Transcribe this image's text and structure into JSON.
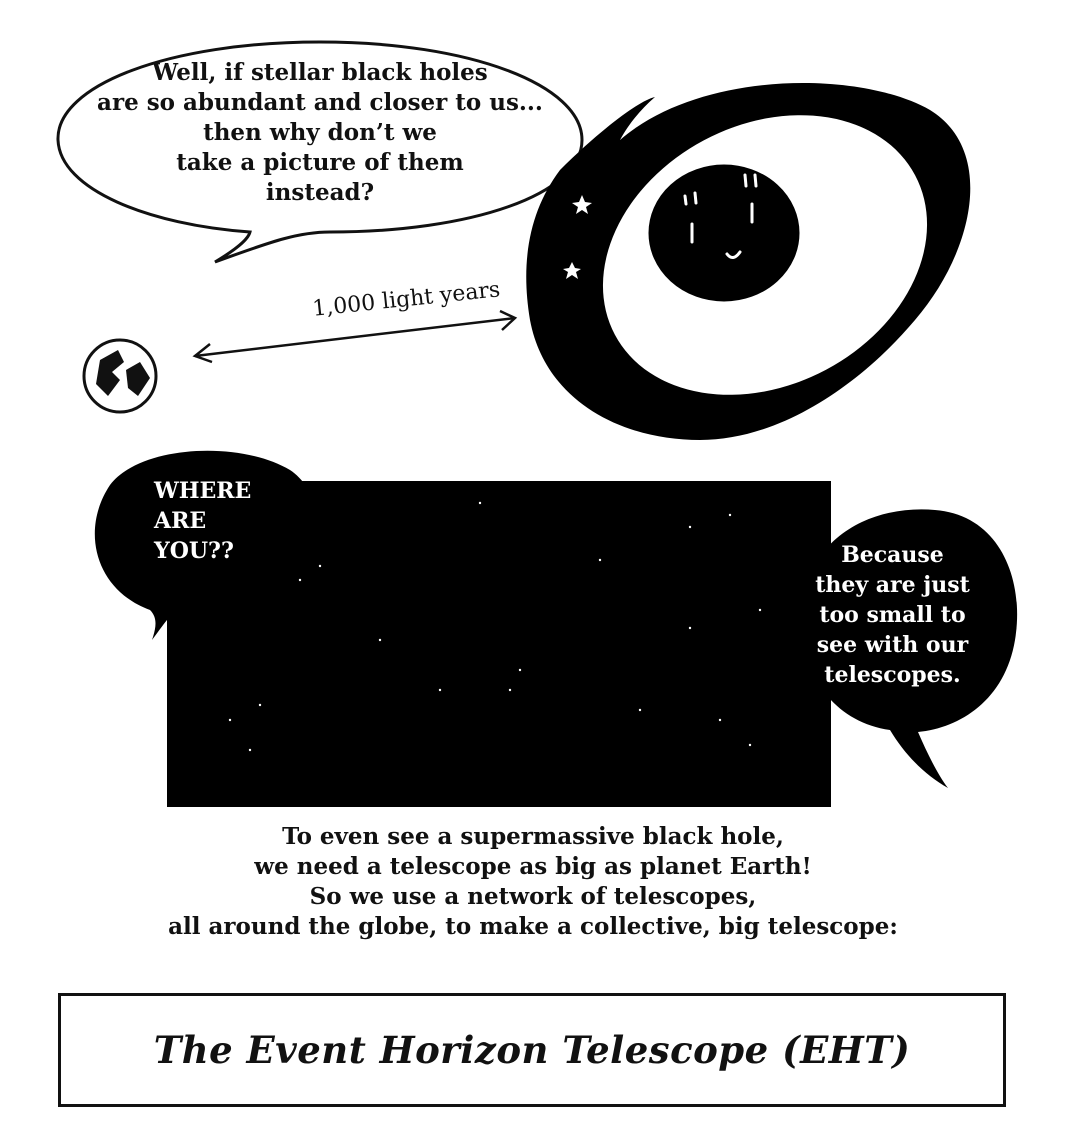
{
  "speech_bubble_question": {
    "lines": [
      "Well, if stellar black holes",
      "are so abundant and closer to us...",
      "then why don’t we",
      "take a picture of them",
      "instead?"
    ]
  },
  "distance_label": "1,000 light years",
  "speech_bubble_where": {
    "lines": [
      "WHERE",
      "ARE",
      "YOU??"
    ]
  },
  "speech_bubble_because": {
    "lines": [
      "Because",
      "they are just",
      "too small to",
      "see with our",
      "telescopes."
    ]
  },
  "caption": {
    "lines": [
      "To even see a supermassive black hole,",
      "we need a telescope as big as planet Earth!",
      "So we use a network of telescopes,",
      "all around the globe, to make a collective, big telescope:"
    ]
  },
  "title_box": {
    "text": "The Event Horizon Telescope (EHT)"
  }
}
